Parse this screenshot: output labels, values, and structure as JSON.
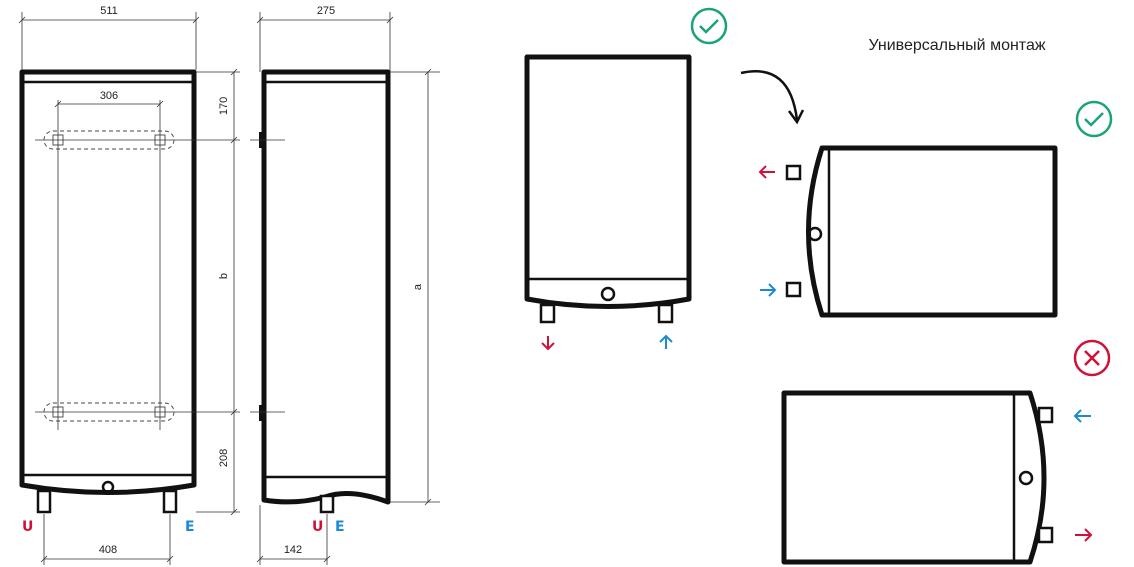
{
  "title": "Универсальный монтаж",
  "dimensions": {
    "width": "511",
    "depth": "275",
    "bracket_spacing": "306",
    "top_offset": "170",
    "bracket_distance": "b",
    "height": "a",
    "bottom_offset": "208",
    "pipe_spacing": "408",
    "pipe_depth": "142"
  },
  "connections": {
    "outlet_label": "U",
    "inlet_label": "E"
  },
  "colors": {
    "hot": "#d0103a",
    "cold": "#1a8ad8",
    "ok": "#1aa37a",
    "bad": "#d0103a",
    "line": "#111111"
  },
  "icons": {
    "allowed": "check-circle-icon",
    "forbidden": "cross-circle-icon",
    "rotate": "curved-arrow-icon"
  }
}
